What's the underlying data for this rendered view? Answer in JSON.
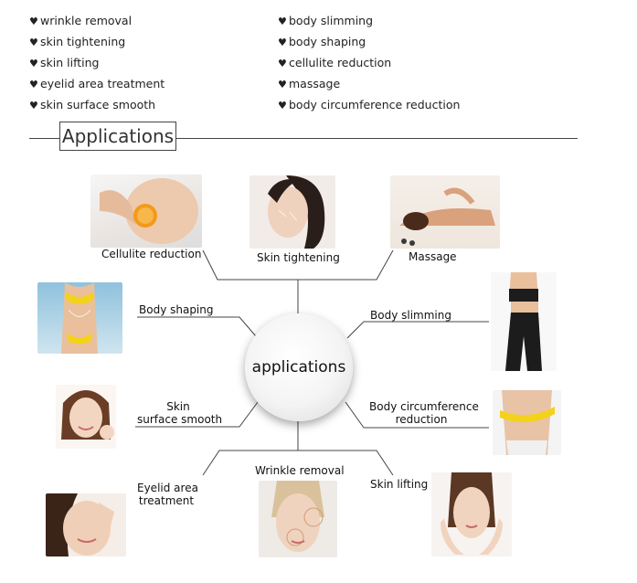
{
  "features": {
    "left": [
      "wrinkle removal",
      "skin tightening",
      "skin lifting",
      "eyelid area treatment",
      "skin surface smooth"
    ],
    "right": [
      "body slimming",
      "body shaping",
      "cellulite reduction",
      "massage",
      "body circumference reduction"
    ],
    "bullet": "♥"
  },
  "section_title": "Applications",
  "center_label": "applications",
  "applications": {
    "cellulite": "Cellulite reduction",
    "skin_tightening": "Skin tightening",
    "massage": "Massage",
    "body_shaping": "Body shaping",
    "body_slimming": "Body slimming",
    "skin_surface_line1": "Skin",
    "skin_surface_line2": "surface smooth",
    "body_circ_line1": "Body circumference",
    "body_circ_line2": "reduction",
    "eyelid_line1": "Eyelid area",
    "eyelid_line2": "treatment",
    "wrinkle": "Wrinkle removal",
    "skin_lifting": "Skin lifting"
  },
  "colors": {
    "line": "#444444",
    "skin": "#e9c3a6",
    "orange": "#f29a1a",
    "yellow": "#f3d21c"
  }
}
